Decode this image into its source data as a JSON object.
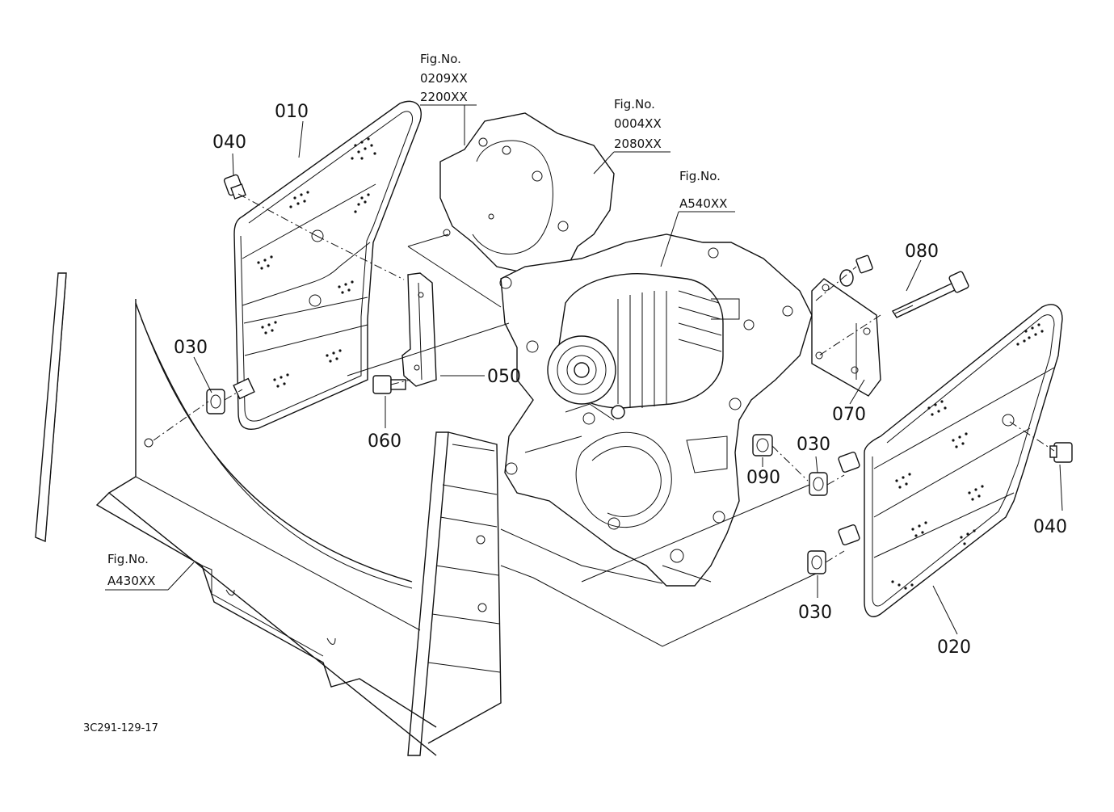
{
  "parts": {
    "p010": "010",
    "p020": "020",
    "p030a": "030",
    "p030b": "030",
    "p030c": "030",
    "p040a": "040",
    "p040b": "040",
    "p050": "050",
    "p060": "060",
    "p070": "070",
    "p080": "080",
    "p090": "090"
  },
  "figrefs": {
    "fig_label": "Fig.No.",
    "ref1": {
      "a": "0209XX",
      "b": "2200XX"
    },
    "ref2": {
      "a": "0004XX",
      "b": "2080XX"
    },
    "ref3": {
      "a": "A540XX"
    },
    "ref4": {
      "a": "A430XX"
    }
  },
  "drawing_number": "3C291-129-17"
}
